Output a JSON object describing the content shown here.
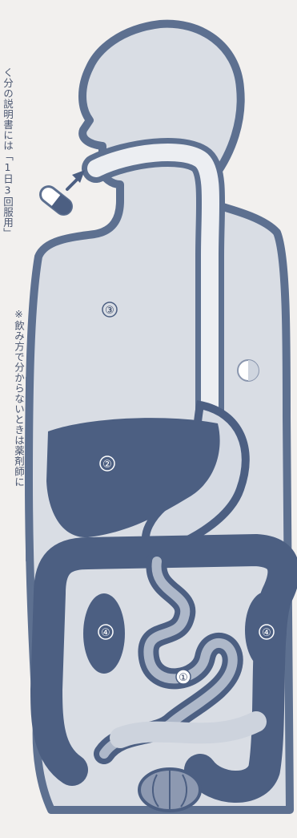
{
  "notes": {
    "note_1": "く分の説明書には「1日3回服用」",
    "note_2": "※飲み方で分からないときは薬剤師に"
  },
  "labels": {
    "intestine": "①",
    "liver": "②",
    "body": "③",
    "kidney_left": "④",
    "kidney_right": "④"
  },
  "colors": {
    "background": "#f2f0ee",
    "body_fill": "#d9dde4",
    "outline": "#5d7090",
    "organ": "#4c5f82",
    "esophagus": "#eceef2",
    "text": "#4a5670"
  },
  "icons": {
    "capsule": "capsule-icon",
    "arrow": "arrow-icon"
  }
}
